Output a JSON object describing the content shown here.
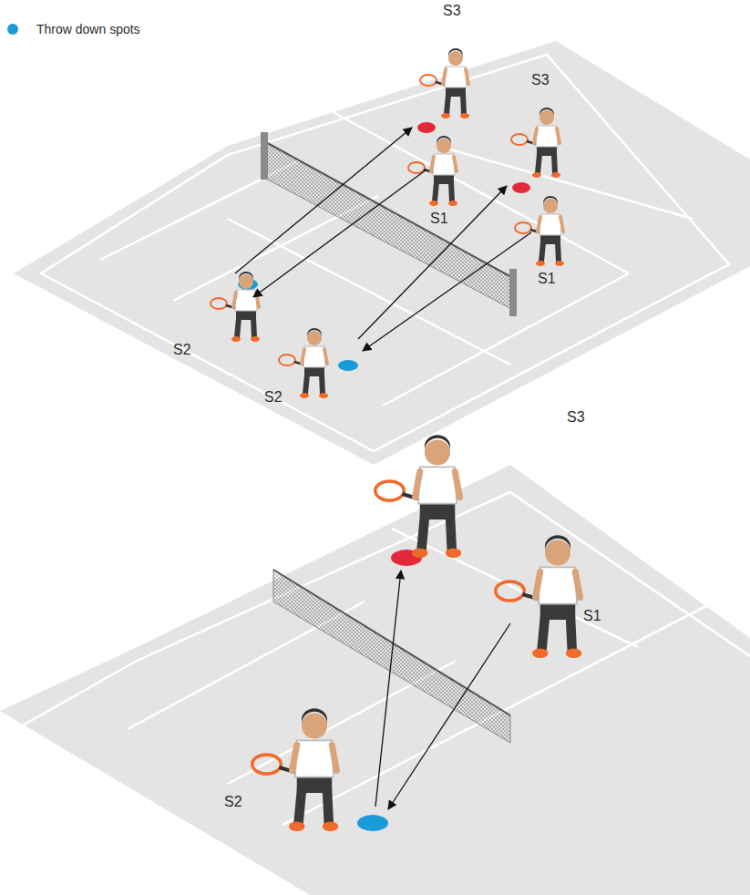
{
  "diagram": {
    "labels": [
      "S3",
      "S3",
      "S1",
      "S1",
      "S2",
      "S2",
      "S3",
      "S1",
      "S2"
    ],
    "legend": [
      {
        "text": "Throw down spots",
        "color": "#1a9ad6"
      }
    ]
  }
}
